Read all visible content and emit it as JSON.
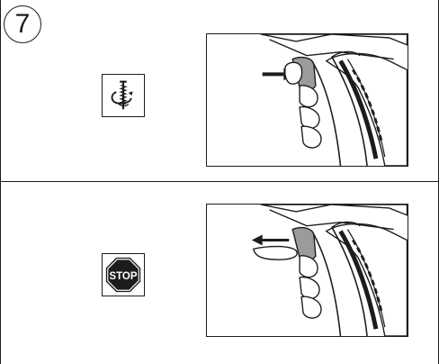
{
  "step": {
    "number": "7"
  },
  "panels": [
    {
      "icon": "rotate-clockwise-screw-icon",
      "trigger_direction": "press"
    },
    {
      "icon": "stop-sign-icon",
      "stop_label": "STOP",
      "trigger_direction": "release"
    }
  ],
  "colors": {
    "line": "#1c1c1c",
    "trigger_fill": "#9b9b9b",
    "stop_fill": "#1c1c1c",
    "background": "#ffffff"
  }
}
